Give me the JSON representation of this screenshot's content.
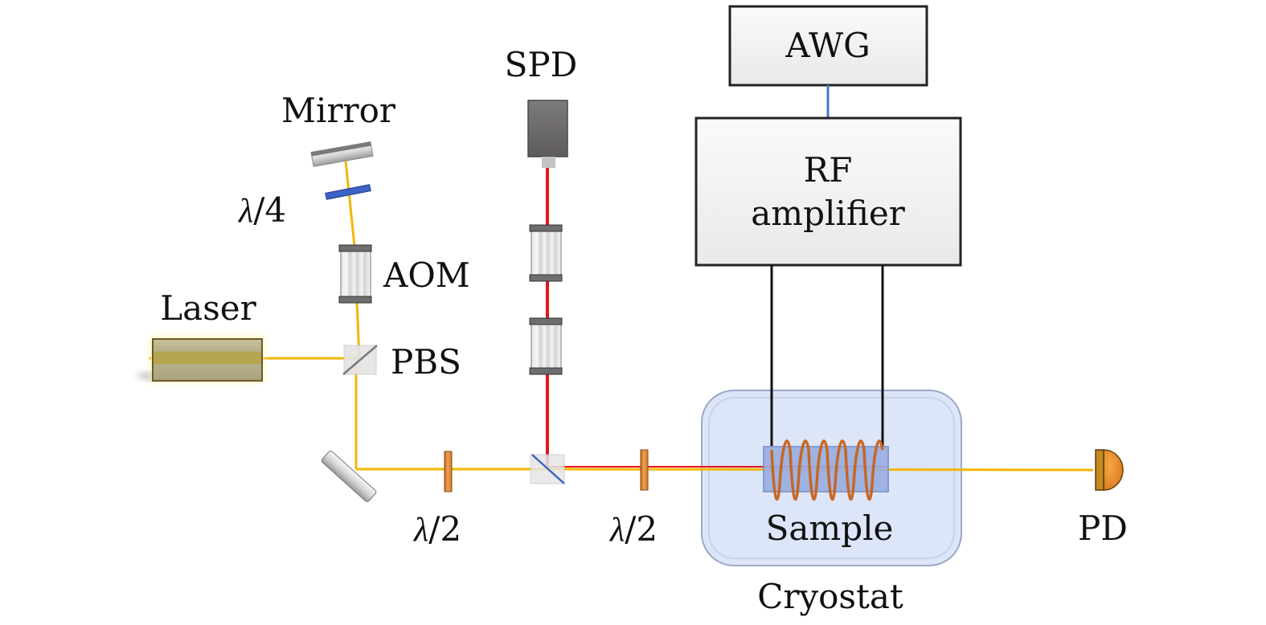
{
  "diagram": {
    "type": "optical-setup",
    "components": {
      "awg": {
        "label": "AWG"
      },
      "rf_amplifier": {
        "label_line1": "RF",
        "label_line2": "amplifier"
      },
      "spd": {
        "label": "SPD"
      },
      "mirror": {
        "label": "Mirror"
      },
      "quarter_waveplate": {
        "lambda": "λ",
        "fraction": "/4"
      },
      "aom": {
        "label": "AOM"
      },
      "laser": {
        "label": "Laser"
      },
      "pbs": {
        "label": "PBS"
      },
      "half_waveplate_1": {
        "lambda": "λ",
        "fraction": "/2"
      },
      "half_waveplate_2": {
        "lambda": "λ",
        "fraction": "/2"
      },
      "sample": {
        "label": "Sample"
      },
      "cryostat": {
        "label": "Cryostat"
      },
      "pd": {
        "label": "PD"
      }
    },
    "colors": {
      "beam_yellow": "#f2b705",
      "beam_red": "#e8141e",
      "coil": "#c8621a",
      "cryostat_fill": "#dce4f7",
      "sample_fill": "#98aee0",
      "box_fill": "#f1f1f1",
      "waveplate_half": "#e8923a",
      "waveplate_quarter": "#3b62c4",
      "awg_link": "#4f74c4"
    }
  }
}
